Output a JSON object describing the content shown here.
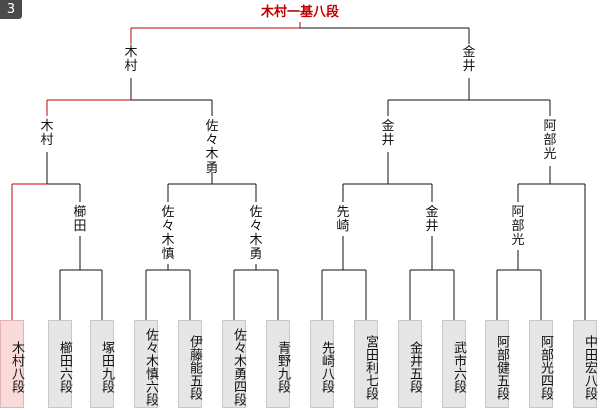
{
  "round_badge": "3",
  "winner_label": "木村一基八段",
  "colors": {
    "winner": "#c00000",
    "line": "#111111",
    "box": "#e6e6e6",
    "box_winner": "#f8dada"
  },
  "level1": [
    {
      "name": "木\n村"
    },
    {
      "name": "金\n井"
    }
  ],
  "level2": [
    {
      "name": "木\n村"
    },
    {
      "name": "佐\n々\n木\n勇"
    },
    {
      "name": "金\n井"
    },
    {
      "name": "阿\n部\n光"
    }
  ],
  "level3": [
    {
      "name": "櫛\n田"
    },
    {
      "name": "佐\n々\n木\n慎"
    },
    {
      "name": "佐\n々\n木\n勇"
    },
    {
      "name": "先\n崎"
    },
    {
      "name": "金\n井"
    },
    {
      "name": "阿\n部\n光"
    }
  ],
  "players": [
    {
      "name": "木村八段"
    },
    {
      "name": "櫛田六段"
    },
    {
      "name": "塚田九段"
    },
    {
      "name": "佐々木慎六段"
    },
    {
      "name": "伊藤能五段"
    },
    {
      "name": "佐々木勇四段"
    },
    {
      "name": "青野九段"
    },
    {
      "name": "先崎八段"
    },
    {
      "name": "宮田利七段"
    },
    {
      "name": "金井五段"
    },
    {
      "name": "武市六段"
    },
    {
      "name": "阿部健五段"
    },
    {
      "name": "阿部光四段"
    },
    {
      "name": "中田宏八段"
    }
  ]
}
